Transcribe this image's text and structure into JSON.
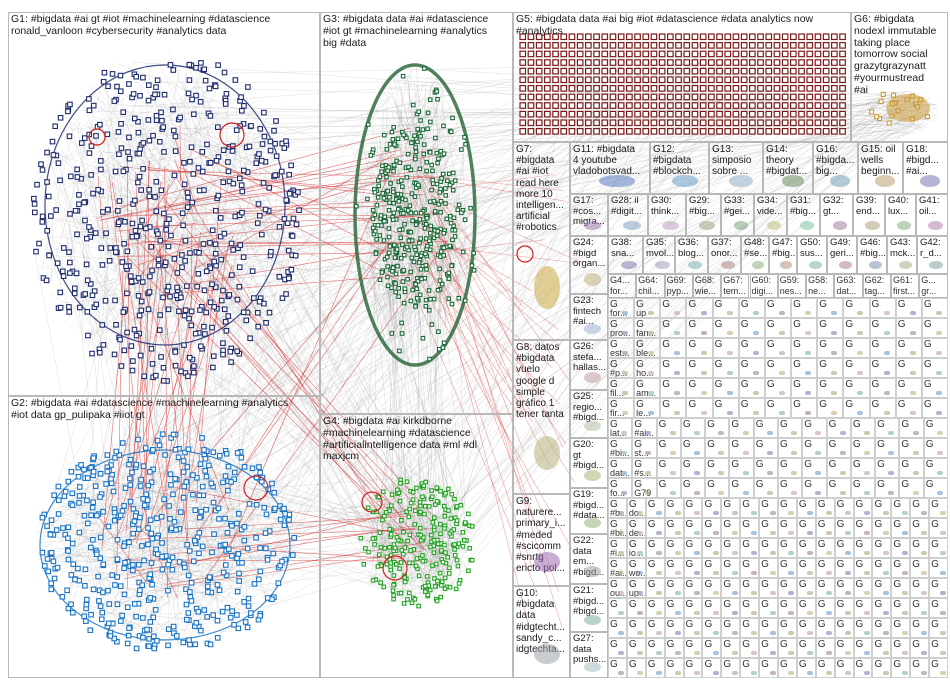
{
  "groups": [
    {
      "id": "G1",
      "label": "G1: #bigdata #ai gt #iot #machinelearning #datascience\nronald_vanloon #cybersecurity #analytics data",
      "color": "#1f2d6e"
    },
    {
      "id": "G2",
      "label": "G2: #bigdata #ai #datascience #machinelearning #analytics\n#iot data gp_pulipaka #iiot gt",
      "color": "#1a74c6"
    },
    {
      "id": "G3",
      "label": "G3: #bigdata data #ai #datascience\n#iot gt #machinelearning #analytics\nbig #data",
      "color": "#1c6b38"
    },
    {
      "id": "G4",
      "label": "G4: #bigdata #ai kirkdborne\n#machinelearning #datascience\n#artificialintelligence data #ml #dl\nmaxjcm",
      "color": "#23a423"
    },
    {
      "id": "G5",
      "label": "G5: #bigdata data #ai big #iot #datascience #data analytics now\n#analytics",
      "color": "#7b1c1c"
    },
    {
      "id": "G6",
      "label": "G6: #bigdata\nnodexl immutable\ntaking place\ntomorrow social\ngrazytgrazynatt\n#yourmustread\n#ai",
      "color": "#c89a3a"
    },
    {
      "id": "G7",
      "label": "G7:\n#bigdata\n#ai #iot\nread here\nmore 10\nintelligen...\nartificial\n#robotics",
      "color": "#c8a840"
    },
    {
      "id": "G8",
      "label": "G8: datos\n#bigdata\nvuelo\ngoogle d\nsimple\ngráfico 1\ntener tanta",
      "color": "#b7b27c"
    },
    {
      "id": "G9",
      "label": "G9:\nnaturere...\nprimary_i...\n#meded\n#scicomm\n#snrtg\nericto pol...",
      "color": "#9c6bb0"
    },
    {
      "id": "G10",
      "label": "G10:\n#bigdata\ndata\n#idgtecht...\nsandy_c...\nidgtechta...",
      "color": "#9aa0a8"
    },
    {
      "id": "G11",
      "label": "G11: #bigdata\n4 youtube\nvladobotsvad...",
      "color": "#5b7bc0"
    },
    {
      "id": "G12",
      "label": "G12:\n#bigdata\n#blockch...",
      "color": "#6a9ac8"
    },
    {
      "id": "G13",
      "label": "G13:\nsimposio\nsobre ...",
      "color": "#8fb0c8"
    },
    {
      "id": "G14",
      "label": "G14:\ntheory\n#bigdat...",
      "color": "#6a8a5a"
    },
    {
      "id": "G15",
      "label": "G15: oil\nwells\nbeginn...",
      "color": "#b8a070"
    },
    {
      "id": "G16",
      "label": "G16:\n#bigda...\nbig...",
      "color": "#7aa0b8"
    },
    {
      "id": "G17",
      "label": "G17:\n#cos...\nmigra...",
      "color": "#a07ab0"
    },
    {
      "id": "G18",
      "label": "G18:\n#bigd...\n#ai...",
      "color": "#7a7ab0"
    },
    {
      "id": "G19",
      "label": "G19:\n#bigd...\n#data...",
      "color": "#9ab07a"
    },
    {
      "id": "G20",
      "label": "G20:\ngt\n#bigd...",
      "color": "#b0b07a"
    },
    {
      "id": "G21",
      "label": "G21:\n#bigd...\n#bigd...",
      "color": "#7ab0a0"
    },
    {
      "id": "G22",
      "label": "G22:\ndata\nem...\n#bigd...",
      "color": "#a0a0a0"
    },
    {
      "id": "G23",
      "label": "G23:\nfintech\n#ai...",
      "color": "#a0b0d0"
    },
    {
      "id": "G24",
      "label": "G24:\n#bigd\norgan...",
      "color": "#c0b080"
    },
    {
      "id": "G25",
      "label": "G25:\nregio...\n#bigd...",
      "color": "#b0c0a0"
    },
    {
      "id": "G26",
      "label": "G26:\nstefa...\nhallas...",
      "color": "#c0a0a0"
    },
    {
      "id": "G27",
      "label": "G27:\ndata\npushs...",
      "color": "#a0c0c0"
    },
    {
      "id": "G28",
      "label": "G28: il\n#digit...",
      "color": "#80a0c0"
    },
    {
      "id": "G29",
      "label": "G29:\n#big...",
      "color": "#a0a080"
    },
    {
      "id": "G30",
      "label": "G30:\nthink...",
      "color": "#c0a0c0"
    },
    {
      "id": "G31",
      "label": "G31:\n#big...",
      "color": "#80c0a0"
    },
    {
      "id": "G32",
      "label": "G32:\ngt...",
      "color": "#a080a0"
    },
    {
      "id": "G33",
      "label": "G33:\n#gei...",
      "color": "#80a080"
    },
    {
      "id": "G34",
      "label": "G34:\nvide...",
      "color": "#c0c080"
    },
    {
      "id": "G35",
      "label": "G35:\nmvol...",
      "color": "#a0a0c0"
    },
    {
      "id": "G36",
      "label": "G36:\nblog...",
      "color": "#80b0b0"
    },
    {
      "id": "G37",
      "label": "G37:\nonor...",
      "color": "#b08080"
    },
    {
      "id": "G38",
      "label": "G38:\nsna...",
      "color": "#8080b0"
    },
    {
      "id": "G39",
      "label": "G39:\nend...",
      "color": "#b0a080"
    },
    {
      "id": "G40",
      "label": "G40:\nlux...",
      "color": "#80b080"
    },
    {
      "id": "G41",
      "label": "G41:\noil...",
      "color": "#b080b0"
    },
    {
      "id": "G42",
      "label": "G42:\nr_d...",
      "color": "#80a0a0"
    },
    {
      "id": "G43",
      "label": "G43:\nmck...",
      "color": "#a0b080"
    },
    {
      "id": "G46",
      "label": "G46:\n#big...",
      "color": "#8090b0"
    },
    {
      "id": "G47",
      "label": "G47:\n#big...",
      "color": "#b09080"
    },
    {
      "id": "G48",
      "label": "G48:\n#se...",
      "color": "#90b080"
    },
    {
      "id": "G49",
      "label": "G49:\ngeri...",
      "color": "#b080a0"
    },
    {
      "id": "G50",
      "label": "G50:\nsus...",
      "color": "#80b0a0"
    }
  ],
  "mini_labels": [
    "G4...",
    "G64:",
    "G69:",
    "G68:",
    "G67:",
    "G60:",
    "G59:",
    "G58:",
    "G63:",
    "G62:",
    "G61:",
    "G..."
  ],
  "mini_words": [
    "for...",
    "chil...",
    "pyp...",
    "wie...",
    "tem...",
    "digi...",
    "nes...",
    "ne...",
    "dat...",
    "tag...",
    "first...",
    "gr..."
  ],
  "tile_letter": "G",
  "small_texts": [
    "for...",
    "up",
    "pro...",
    "fan...",
    "est...",
    "ble...",
    "#p...",
    "ho...",
    "fil...",
    "am...",
    "fir...",
    "le...",
    "lat...",
    "#ai...",
    "#bi...",
    "st...",
    "dat...",
    "#s...",
    "fo...",
    "G79",
    "#b...",
    "do...",
    "#bi...",
    "de...",
    "#i...",
    "io...",
    "#ai...",
    "wo...",
    "ou...",
    "up..."
  ]
}
